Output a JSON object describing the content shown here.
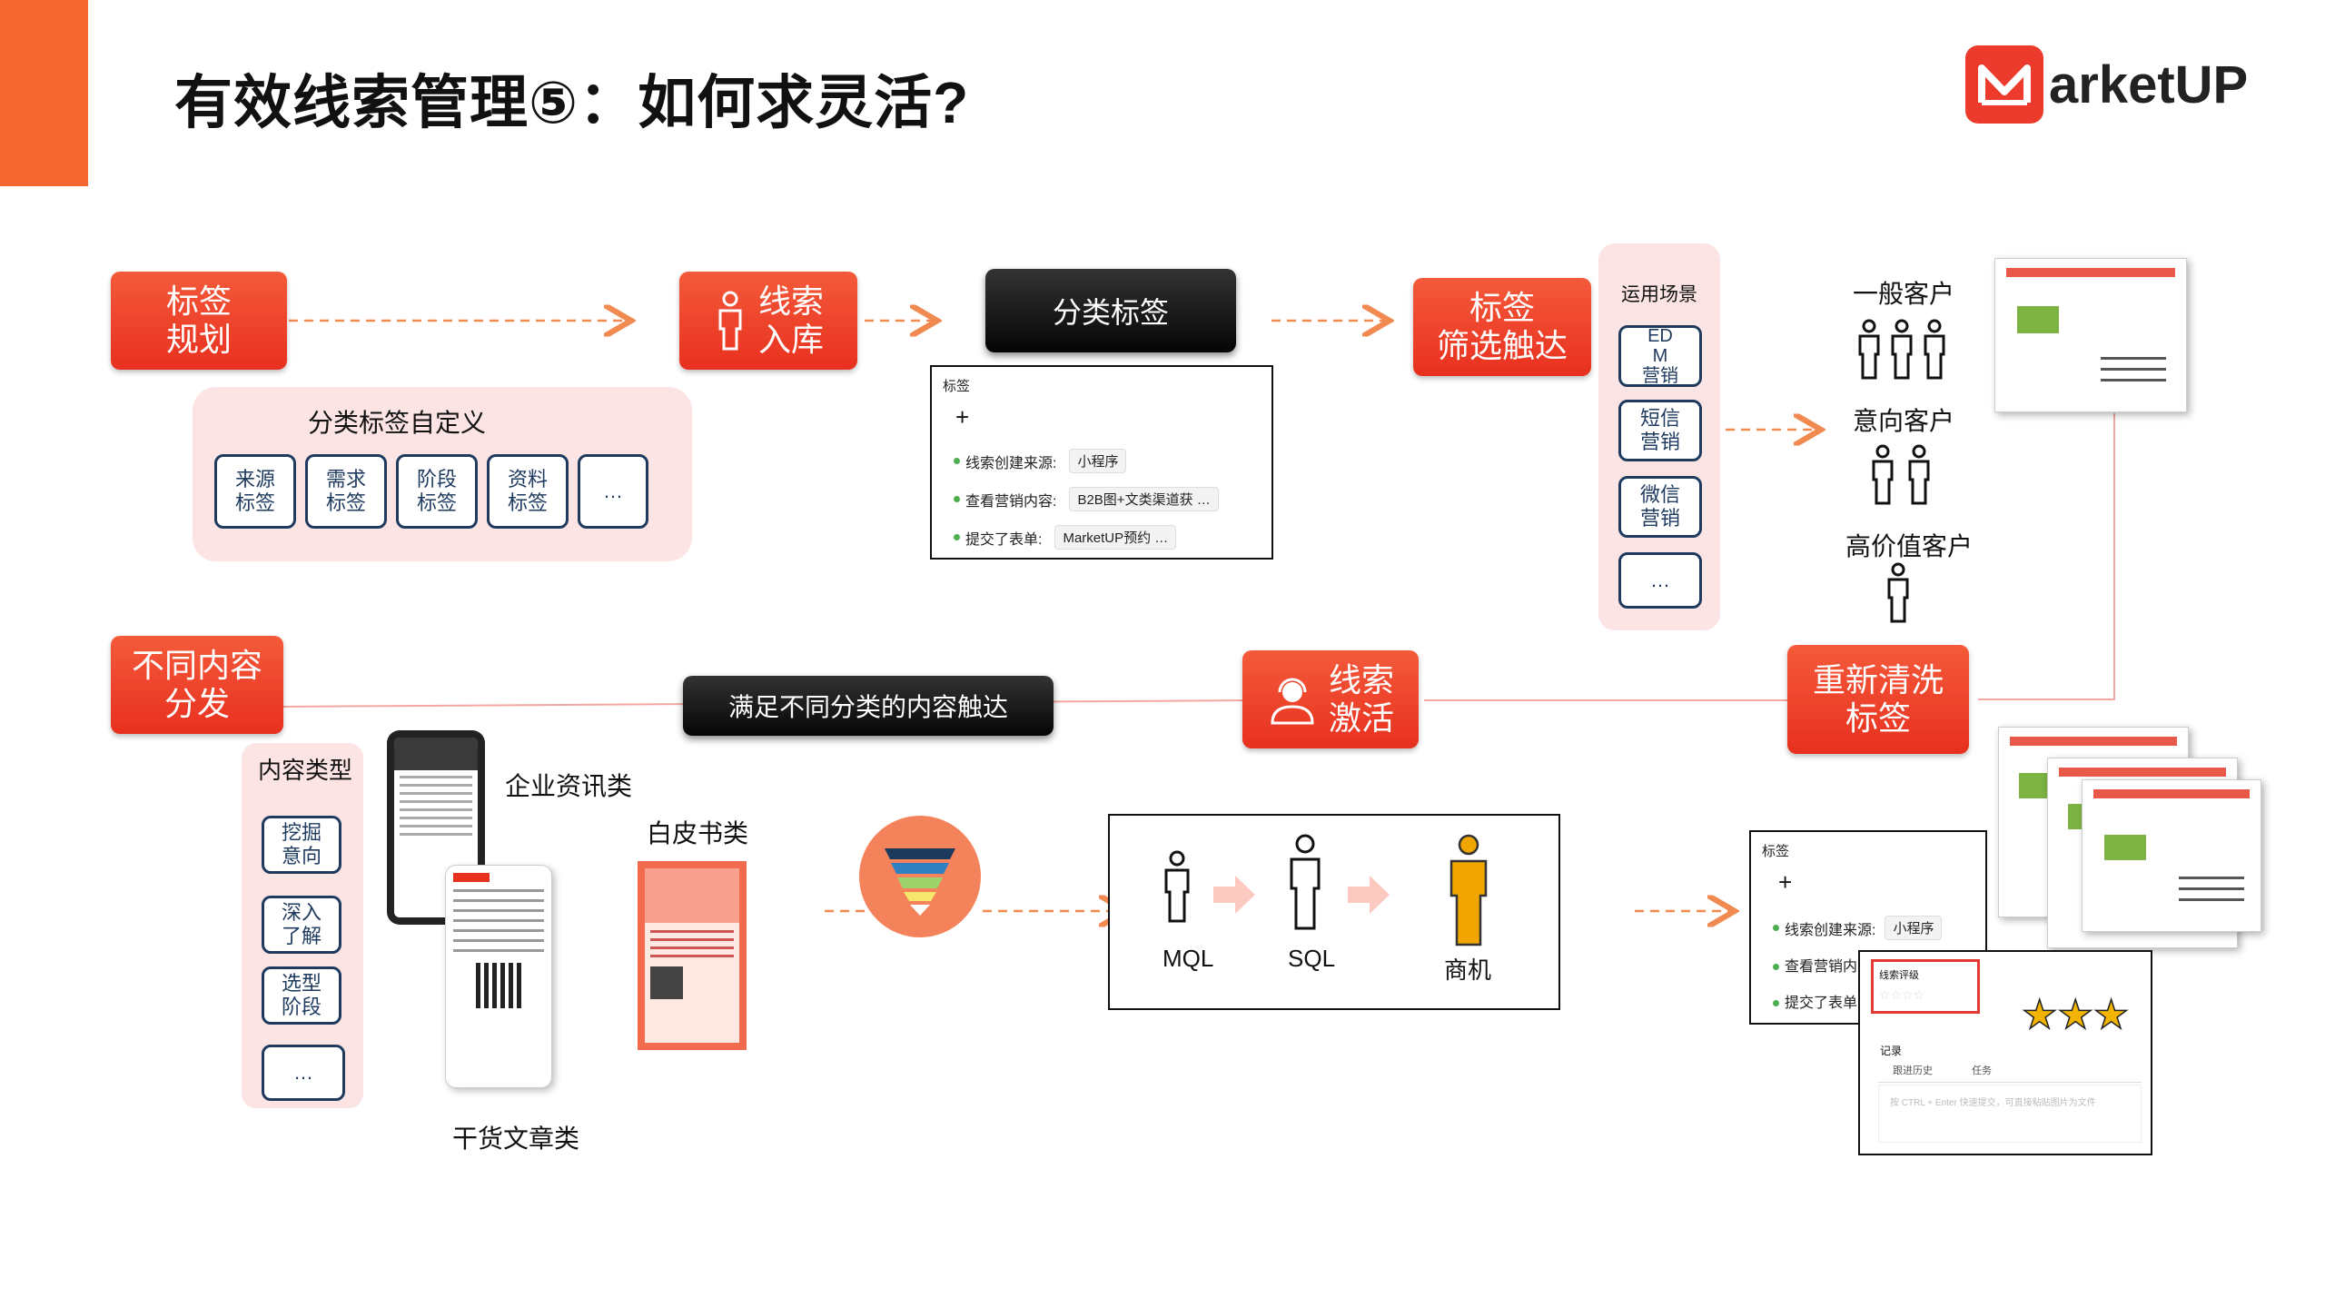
{
  "title": "有效线索管理⑤：如何求灵活?",
  "logo": {
    "letter": "M",
    "text": "arketUP"
  },
  "colors": {
    "accent": "#e8301f",
    "panel": "#fde4e4",
    "navy": "#1e3a5f",
    "gold": "#f0a500"
  },
  "steps": {
    "tag_planning": "标签\n规划",
    "lead_import": "线索\n入库",
    "category_tags": "分类标签",
    "tag_filter": "标签\n筛选触达",
    "diff_content": "不同内容\n分发",
    "content_touch": "满足不同分类的内容触达",
    "lead_activate": "线索\n激活",
    "retag": "重新清洗\n标签"
  },
  "custom_tags": {
    "title": "分类标签自定义",
    "items": [
      "来源\n标签",
      "需求\n标签",
      "阶段\n标签",
      "资料\n标签",
      "…"
    ]
  },
  "tag_card": {
    "header": "标签",
    "plus": "+",
    "rows": [
      {
        "label": "线索创建来源:",
        "value": "小程序"
      },
      {
        "label": "查看营销内容:",
        "value": "B2B图+文类渠道获 …"
      },
      {
        "label": "提交了表单:",
        "value": "MarketUP预约 …"
      }
    ]
  },
  "scenarios": {
    "title": "运用场景",
    "items": [
      "ED\nM\n营销",
      "短信\n营销",
      "微信\n营销",
      "…"
    ]
  },
  "customers": {
    "general": "一般客户",
    "intent": "意向客户",
    "high_value": "高价值客户"
  },
  "content_types": {
    "title": "内容类型",
    "items": [
      "挖掘\n意向",
      "深入\n了解",
      "选型\n阶段",
      "…"
    ]
  },
  "content_labels": {
    "news": "企业资讯类",
    "whitepaper": "白皮书类",
    "article": "干货文章类"
  },
  "funnel_stages": [
    {
      "label": "MQL"
    },
    {
      "label": "SQL"
    },
    {
      "label": "商机"
    }
  ],
  "tag_card2": {
    "header": "标签",
    "plus": "+",
    "rows": [
      {
        "label": "线索创建来源:",
        "value": "小程序"
      },
      {
        "label": "查看营销内",
        "value": ""
      },
      {
        "label": "提交了表单",
        "value": ""
      }
    ]
  },
  "rating_card": {
    "rating_label": "线索评级",
    "stars": "★★★",
    "record_label": "记录",
    "tab1": "跟进历史",
    "tab2": "任务",
    "placeholder": "按 CTRL + Enter 快速提交，可直接粘贴图片为文件"
  }
}
